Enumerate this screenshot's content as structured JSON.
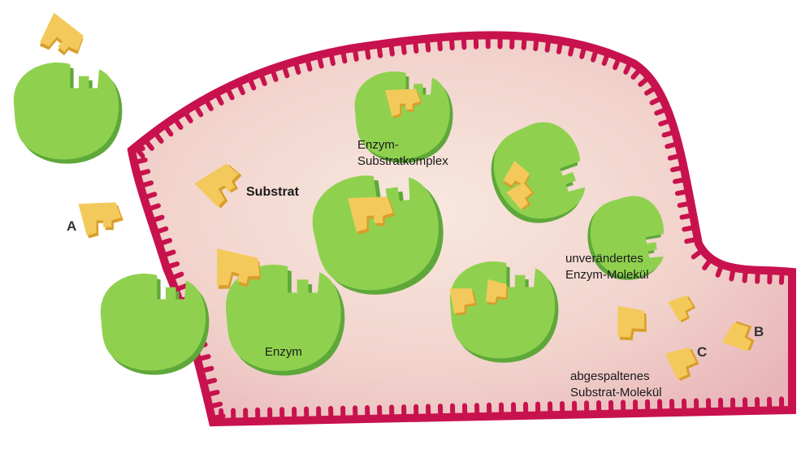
{
  "labels": {
    "enzyme_substrate_complex_line1": "Enzym-",
    "enzyme_substrate_complex_line2": "Substratkomplex",
    "substrate": "Substrat",
    "letter_a": "A",
    "unchanged_enzyme_line1": "unverändertes",
    "unchanged_enzyme_line2": "Enzym-Molekül",
    "enzyme": "Enzym",
    "letter_c": "C",
    "letter_b": "B",
    "cleaved_substrate_line1": "abgespaltenes",
    "cleaved_substrate_line2": "Substrat-Molekül"
  },
  "colors": {
    "membrane": "#c8124e",
    "cell_interior": "#f4dcd4",
    "enzyme": "#8fd14f",
    "enzyme_shadow": "#5ea83a",
    "substrate": "#f3c95b",
    "substrate_shadow": "#d99e2b"
  }
}
